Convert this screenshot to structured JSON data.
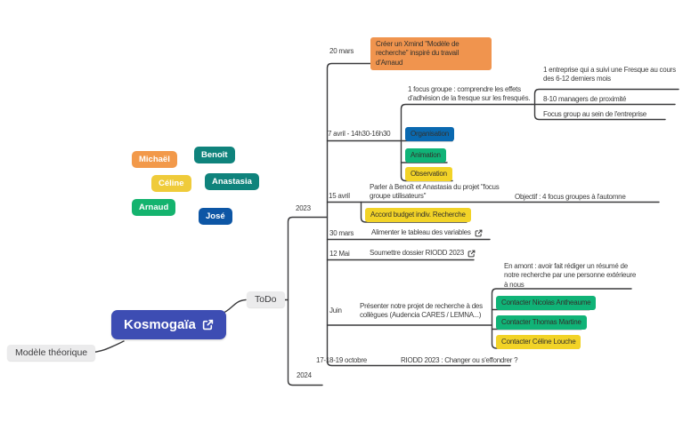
{
  "colors": {
    "root_bg": "#3D4DB3",
    "connector_line": "#3A3A3C",
    "gray_topic_bg": "#EBEBEC",
    "highlight_orange": "#F0944E",
    "highlight_blue": "#0A69B0",
    "highlight_green": "#10B377",
    "highlight_yellow": "#F2D327",
    "tag_orange": "#F2994A",
    "tag_teal": "#0F837C",
    "tag_yellow": "#EFCB3A",
    "tag_green": "#14B36E",
    "tag_blue": "#0D56A5"
  },
  "root": {
    "label": "Kosmogaïa"
  },
  "floating": {
    "modele_theorique": {
      "label": "Modèle théorique"
    },
    "team": [
      {
        "name": "Michaël",
        "color": "#F2994A"
      },
      {
        "name": "Benoît",
        "color": "#0F837C"
      },
      {
        "name": "Céline",
        "color": "#EFCB3A"
      },
      {
        "name": "Anastasia",
        "color": "#0F837C"
      },
      {
        "name": "Arnaud",
        "color": "#14B36E"
      },
      {
        "name": "José",
        "color": "#0D56A5"
      }
    ]
  },
  "todo": {
    "label": "ToDo",
    "years": {
      "y2023": "2023",
      "y2024": "2024"
    },
    "rows": {
      "row_20_mars": {
        "date": "20 mars",
        "task": "Créer un Xmind \"Modèle de recherche\" inspiré du travail d'Arnaud"
      },
      "row_7_avril": {
        "date": "7 avril - 14h30-16h30",
        "objective": "1 focus groupe : comprendre les effets d'adhésion de la fresque sur les fresqués.",
        "details": {
          "entreprise": "1 entreprise qui a suivi une Fresque au cours des 6-12 derniers mois",
          "managers": "8-10 managers de proximité",
          "focus_group": "Focus group au sein de l'entreprise"
        },
        "roles": [
          "Organisation",
          "Animation",
          "Observation"
        ]
      },
      "row_15_avril": {
        "date": "15 avril",
        "task": "Parler à Benoît et Anastasia du projet \"focus groupe utilisateurs\"",
        "objectif": "Objectif : 4 focus groupes à l'automne",
        "budget": "Accord budget indiv. Recherche"
      },
      "row_30_mars": {
        "date": "30 mars",
        "task": "Alimenter le tableau des variables"
      },
      "row_12_mai": {
        "date": "12 Mai",
        "task": "Soumettre dossier RIODD 2023"
      },
      "row_juin": {
        "date": "Juin",
        "task": "Présenter notre projet de recherche à des collègues (Audencia CARES / LEMNA...)",
        "preparation": "En amont : avoir fait rédiger un résumé de notre recherche par une personne extérieure à nous",
        "contacts": [
          "Contacter Nicolas Antheaume",
          "Contacter Thomas Martine",
          "Contacter Céline Louche"
        ]
      },
      "row_octobre": {
        "date": "17-18-19 octobre",
        "task": "RIODD 2023 : Changer ou s'effondrer ?"
      }
    }
  }
}
